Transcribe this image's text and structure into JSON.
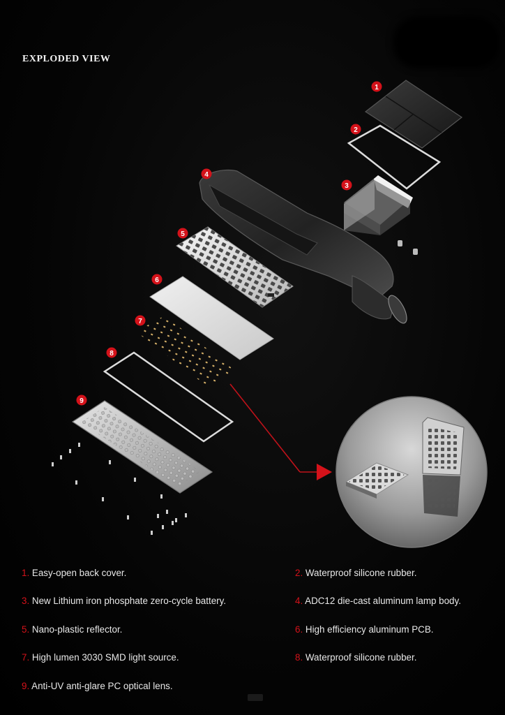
{
  "header": {
    "title": "EXPLODED VIEW"
  },
  "colors": {
    "accent": "#d4121a",
    "background": "#040404",
    "text": "#e8e8e8"
  },
  "callouts": [
    "1",
    "2",
    "3",
    "4",
    "5",
    "6",
    "7",
    "8",
    "9"
  ],
  "parts": [
    {
      "num": "1.",
      "text": "Easy-open back cover."
    },
    {
      "num": "2.",
      "text": "Waterproof silicone rubber."
    },
    {
      "num": "3.",
      "text": "New Lithium iron phosphate zero-cycle battery."
    },
    {
      "num": "4.",
      "text": "ADC12 die-cast aluminum lamp body."
    },
    {
      "num": "5.",
      "text": "Nano-plastic reflector."
    },
    {
      "num": "6.",
      "text": "High efficiency aluminum PCB."
    },
    {
      "num": "7.",
      "text": "High lumen 3030 SMD light source."
    },
    {
      "num": "8.",
      "text": "Waterproof silicone rubber."
    },
    {
      "num": "9.",
      "text": "Anti-UV anti-glare PC optical lens."
    }
  ]
}
